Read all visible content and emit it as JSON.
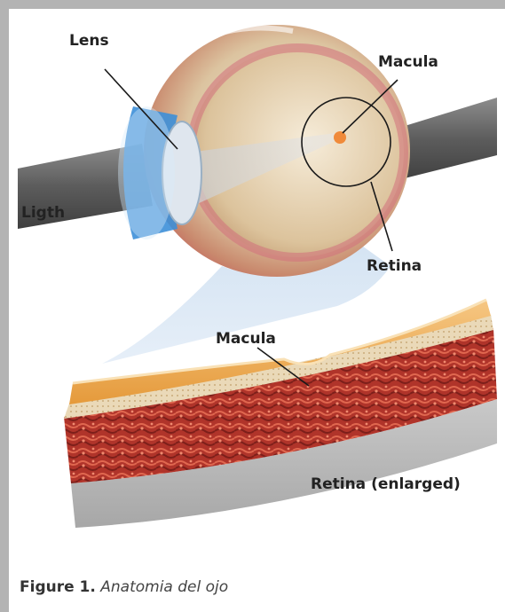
{
  "labels": {
    "lens": "Lens",
    "macula_top": "Macula",
    "light": "Ligth",
    "retina": "Retina",
    "macula_section": "Macula",
    "retina_enlarged": "Retina (enlarged)"
  },
  "caption": {
    "figure": "Figure 1.",
    "title": "Anatomia del ojo"
  }
}
